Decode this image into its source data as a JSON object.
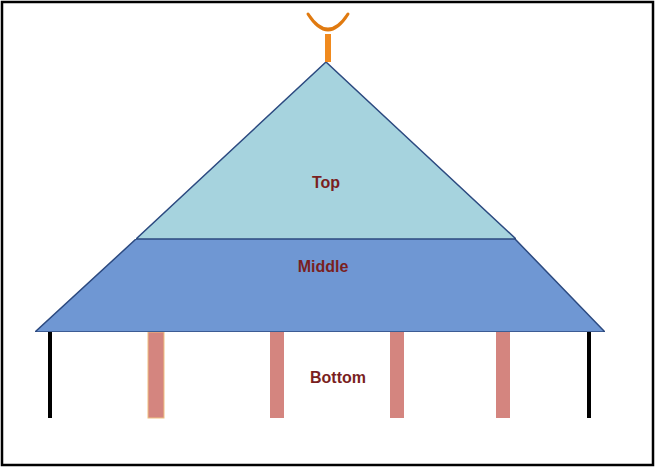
{
  "diagram": {
    "nodes": [
      {
        "text": [
          "Top"
        ]
      },
      {
        "text": [
          "Middle"
        ]
      }
    ],
    "labels": [
      "Bottom"
    ]
  }
}
